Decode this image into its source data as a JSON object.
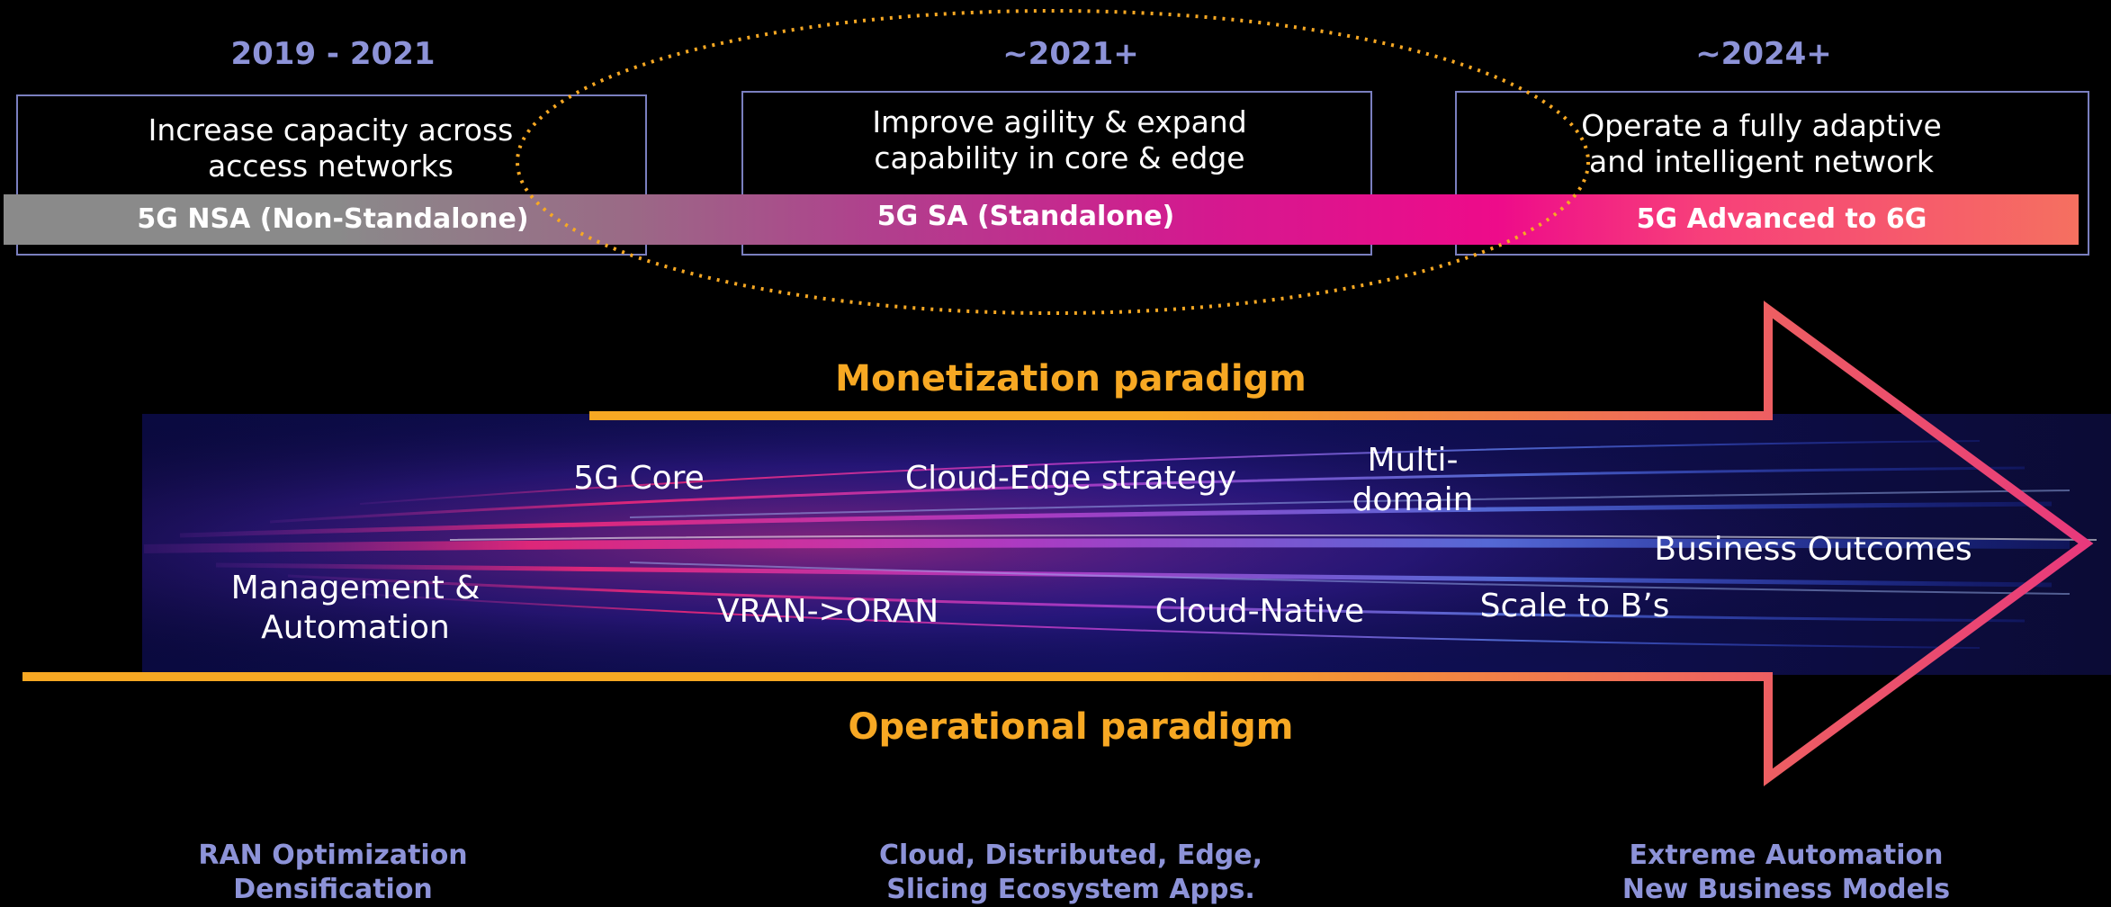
{
  "eras": [
    {
      "year": "2019 - 2021",
      "description_line1": "Increase capacity across",
      "description_line2": "access networks",
      "band_label": "5G NSA (Non-Standalone)"
    },
    {
      "year": "~2021+",
      "description_line1": "Improve agility & expand",
      "description_line2": "capability in core & edge",
      "band_label": "5G SA (Standalone)"
    },
    {
      "year": "~2024+",
      "description_line1": "Operate a fully adaptive",
      "description_line2": "and intelligent network",
      "band_label": "5G Advanced to 6G"
    }
  ],
  "paradigms": {
    "monetization": "Monetization paradigm",
    "operational": "Operational paradigm"
  },
  "flow_labels": {
    "core": "5G Core",
    "cloud_edge": "Cloud-Edge strategy",
    "multi_line1": "Multi-",
    "multi_line2": "domain",
    "business": "Business Outcomes",
    "mgmt_line1": "Management &",
    "mgmt_line2": "Automation",
    "vran": "VRAN->ORAN",
    "cloud_native": "Cloud-Native",
    "scale": "Scale to B’s"
  },
  "bottom": [
    {
      "line1": "RAN Optimization",
      "line2": "Densification"
    },
    {
      "line1": "Cloud, Distributed, Edge,",
      "line2": "Slicing Ecosystem Apps."
    },
    {
      "line1": "Extreme Automation",
      "line2": "New Business Models"
    }
  ],
  "colors": {
    "accent_orange": "#f7a823",
    "year_blue": "#8d93d8",
    "arrow_pink": "#e8397c",
    "band_start": "#8a8a8a",
    "band_end": "#f57060"
  }
}
